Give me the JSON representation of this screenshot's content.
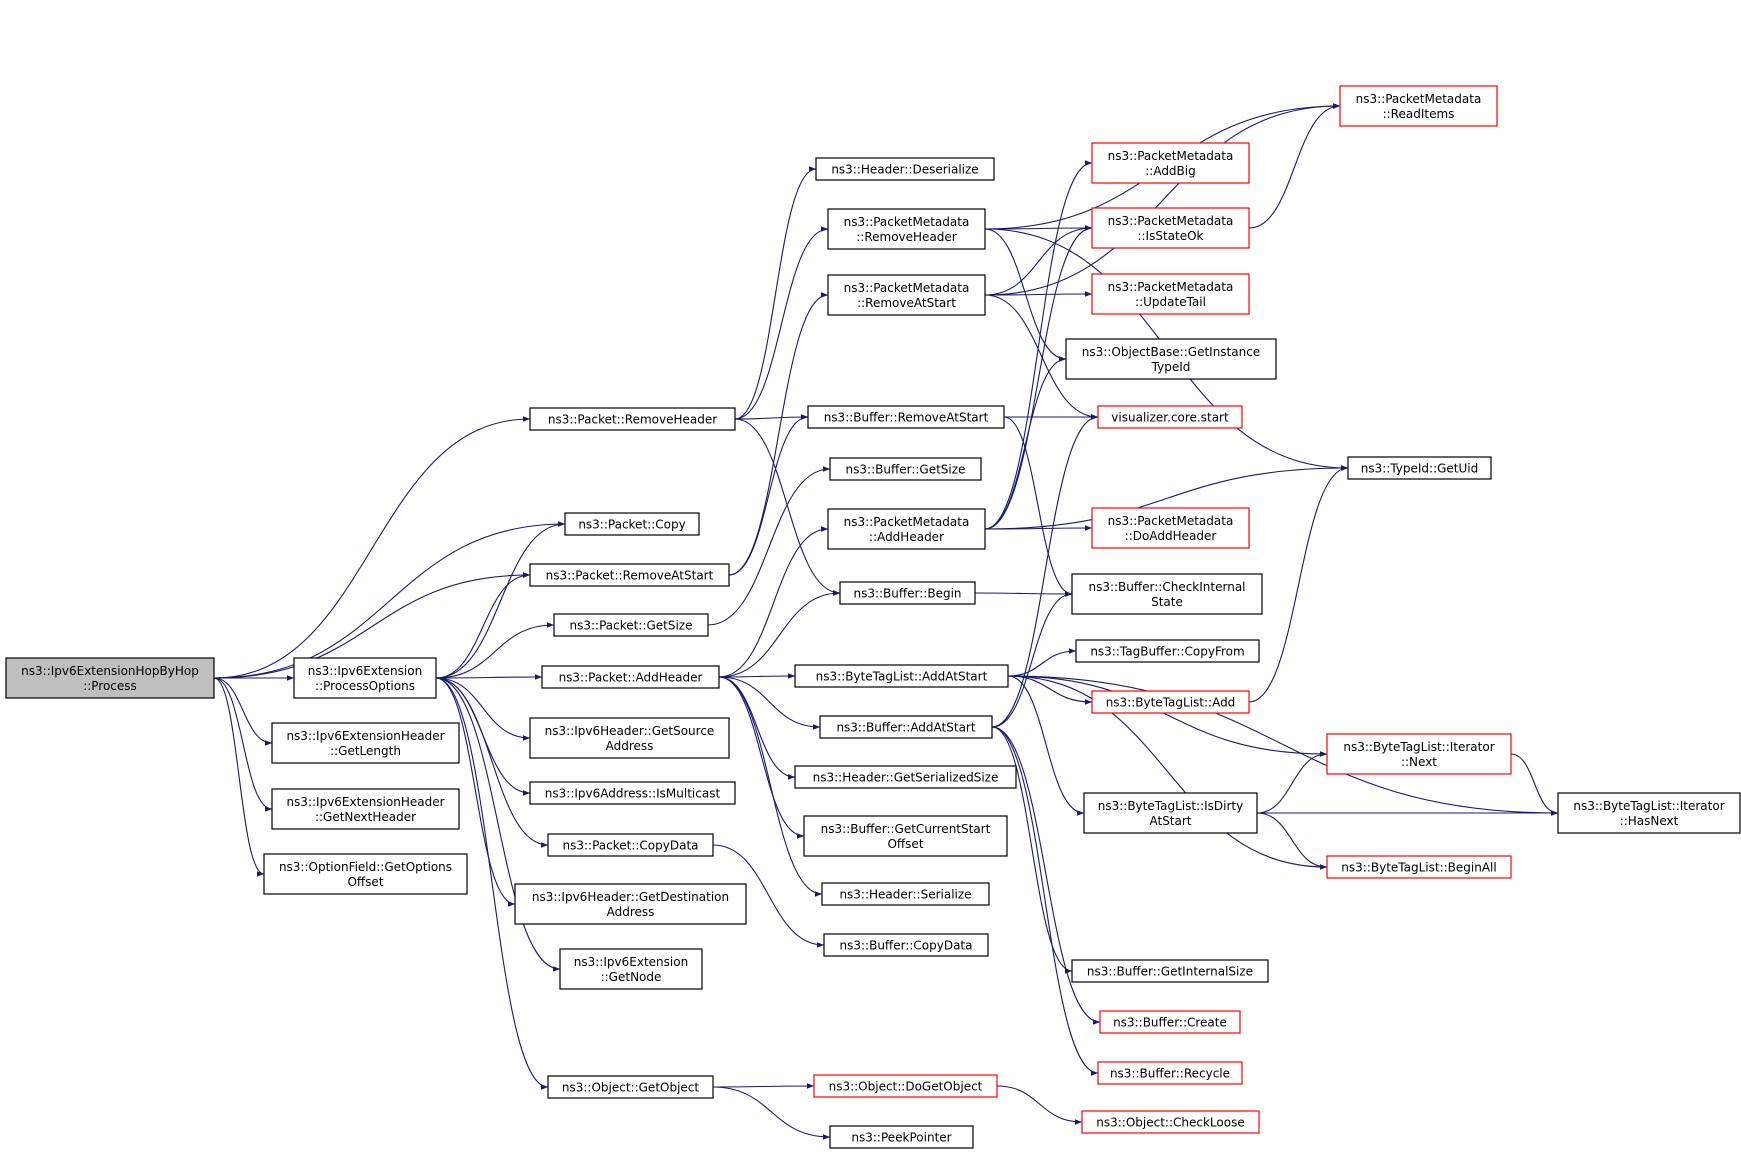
{
  "colors": {
    "edge": "#191970",
    "root_fill": "#bfbfbf",
    "normal_border": "#000000",
    "truncated_border": "#ff0000",
    "background": "#ffffff"
  },
  "nodes": [
    {
      "id": "process",
      "lines": [
        "ns3::Ipv6ExtensionHopByHop",
        "::Process"
      ],
      "style": "root"
    },
    {
      "id": "processOptions",
      "lines": [
        "ns3::Ipv6Extension",
        "::ProcessOptions"
      ],
      "style": "normal"
    },
    {
      "id": "extHdrGetLength",
      "lines": [
        "ns3::Ipv6ExtensionHeader",
        "::GetLength"
      ],
      "style": "normal"
    },
    {
      "id": "extHdrGetNextHeader",
      "lines": [
        "ns3::Ipv6ExtensionHeader",
        "::GetNextHeader"
      ],
      "style": "normal"
    },
    {
      "id": "optionFieldGetOptionsOffset",
      "lines": [
        "ns3::OptionField::GetOptions",
        "Offset"
      ],
      "style": "normal"
    },
    {
      "id": "packetRemoveHeader",
      "lines": [
        "ns3::Packet::RemoveHeader"
      ],
      "style": "normal"
    },
    {
      "id": "packetCopy",
      "lines": [
        "ns3::Packet::Copy"
      ],
      "style": "normal"
    },
    {
      "id": "packetRemoveAtStart",
      "lines": [
        "ns3::Packet::RemoveAtStart"
      ],
      "style": "normal"
    },
    {
      "id": "packetGetSize",
      "lines": [
        "ns3::Packet::GetSize"
      ],
      "style": "normal"
    },
    {
      "id": "packetAddHeader",
      "lines": [
        "ns3::Packet::AddHeader"
      ],
      "style": "normal"
    },
    {
      "id": "ipv6HdrGetSource",
      "lines": [
        "ns3::Ipv6Header::GetSource",
        "Address"
      ],
      "style": "normal"
    },
    {
      "id": "ipv6AddrIsMulticast",
      "lines": [
        "ns3::Ipv6Address::IsMulticast"
      ],
      "style": "normal"
    },
    {
      "id": "packetCopyData",
      "lines": [
        "ns3::Packet::CopyData"
      ],
      "style": "normal"
    },
    {
      "id": "ipv6HdrGetDest",
      "lines": [
        "ns3::Ipv6Header::GetDestination",
        "Address"
      ],
      "style": "normal"
    },
    {
      "id": "ipv6ExtGetNode",
      "lines": [
        "ns3::Ipv6Extension",
        "::GetNode"
      ],
      "style": "normal"
    },
    {
      "id": "objectGetObject",
      "lines": [
        "ns3::Object::GetObject"
      ],
      "style": "normal"
    },
    {
      "id": "headerDeserialize",
      "lines": [
        "ns3::Header::Deserialize"
      ],
      "style": "normal"
    },
    {
      "id": "pmRemoveHeader",
      "lines": [
        "ns3::PacketMetadata",
        "::RemoveHeader"
      ],
      "style": "normal"
    },
    {
      "id": "pmRemoveAtStart",
      "lines": [
        "ns3::PacketMetadata",
        "::RemoveAtStart"
      ],
      "style": "normal"
    },
    {
      "id": "bufRemoveAtStart",
      "lines": [
        "ns3::Buffer::RemoveAtStart"
      ],
      "style": "normal"
    },
    {
      "id": "bufGetSize",
      "lines": [
        "ns3::Buffer::GetSize"
      ],
      "style": "normal"
    },
    {
      "id": "pmAddHeader",
      "lines": [
        "ns3::PacketMetadata",
        "::AddHeader"
      ],
      "style": "normal"
    },
    {
      "id": "bufBegin",
      "lines": [
        "ns3::Buffer::Begin"
      ],
      "style": "normal"
    },
    {
      "id": "btlAddAtStart",
      "lines": [
        "ns3::ByteTagList::AddAtStart"
      ],
      "style": "normal"
    },
    {
      "id": "bufAddAtStart",
      "lines": [
        "ns3::Buffer::AddAtStart"
      ],
      "style": "normal"
    },
    {
      "id": "headerGetSerializedSize",
      "lines": [
        "ns3::Header::GetSerializedSize"
      ],
      "style": "normal"
    },
    {
      "id": "bufGetCurrentStartOffset",
      "lines": [
        "ns3::Buffer::GetCurrentStart",
        "Offset"
      ],
      "style": "normal"
    },
    {
      "id": "headerSerialize",
      "lines": [
        "ns3::Header::Serialize"
      ],
      "style": "normal"
    },
    {
      "id": "bufCopyData",
      "lines": [
        "ns3::Buffer::CopyData"
      ],
      "style": "normal"
    },
    {
      "id": "objectDoGetObject",
      "lines": [
        "ns3::Object::DoGetObject"
      ],
      "style": "truncated"
    },
    {
      "id": "peekPointer",
      "lines": [
        "ns3::PeekPointer"
      ],
      "style": "normal"
    },
    {
      "id": "pmAddBig",
      "lines": [
        "ns3::PacketMetadata",
        "::AddBig"
      ],
      "style": "truncated"
    },
    {
      "id": "pmIsStateOk",
      "lines": [
        "ns3::PacketMetadata",
        "::IsStateOk"
      ],
      "style": "truncated"
    },
    {
      "id": "pmUpdateTail",
      "lines": [
        "ns3::PacketMetadata",
        "::UpdateTail"
      ],
      "style": "truncated"
    },
    {
      "id": "objBaseGetInstanceTypeId",
      "lines": [
        "ns3::ObjectBase::GetInstance",
        "TypeId"
      ],
      "style": "normal"
    },
    {
      "id": "visualizerStart",
      "lines": [
        "visualizer.core.start"
      ],
      "style": "truncated"
    },
    {
      "id": "pmDoAddHeader",
      "lines": [
        "ns3::PacketMetadata",
        "::DoAddHeader"
      ],
      "style": "truncated"
    },
    {
      "id": "bufCheckInternalState",
      "lines": [
        "ns3::Buffer::CheckInternal",
        "State"
      ],
      "style": "normal"
    },
    {
      "id": "tagBufferCopyFrom",
      "lines": [
        "ns3::TagBuffer::CopyFrom"
      ],
      "style": "normal"
    },
    {
      "id": "btlAdd",
      "lines": [
        "ns3::ByteTagList::Add"
      ],
      "style": "truncated"
    },
    {
      "id": "btlIsDirtyAtStart",
      "lines": [
        "ns3::ByteTagList::IsDirty",
        "AtStart"
      ],
      "style": "normal"
    },
    {
      "id": "bufGetInternalSize",
      "lines": [
        "ns3::Buffer::GetInternalSize"
      ],
      "style": "normal"
    },
    {
      "id": "bufCreate",
      "lines": [
        "ns3::Buffer::Create"
      ],
      "style": "truncated"
    },
    {
      "id": "bufRecycle",
      "lines": [
        "ns3::Buffer::Recycle"
      ],
      "style": "truncated"
    },
    {
      "id": "objectCheckLoose",
      "lines": [
        "ns3::Object::CheckLoose"
      ],
      "style": "truncated"
    },
    {
      "id": "pmReadItems",
      "lines": [
        "ns3::PacketMetadata",
        "::ReadItems"
      ],
      "style": "truncated"
    },
    {
      "id": "typeIdGetUid",
      "lines": [
        "ns3::TypeId::GetUid"
      ],
      "style": "normal"
    },
    {
      "id": "btlIterNext",
      "lines": [
        "ns3::ByteTagList::Iterator",
        "::Next"
      ],
      "style": "truncated"
    },
    {
      "id": "btlIterHasNext",
      "lines": [
        "ns3::ByteTagList::Iterator",
        "::HasNext"
      ],
      "style": "normal"
    },
    {
      "id": "btlBeginAll",
      "lines": [
        "ns3::ByteTagList::BeginAll"
      ],
      "style": "truncated"
    }
  ],
  "edges": [
    [
      "process",
      "packetRemoveHeader"
    ],
    [
      "process",
      "packetCopy"
    ],
    [
      "process",
      "packetRemoveAtStart"
    ],
    [
      "process",
      "processOptions"
    ],
    [
      "process",
      "extHdrGetLength"
    ],
    [
      "process",
      "extHdrGetNextHeader"
    ],
    [
      "process",
      "optionFieldGetOptionsOffset"
    ],
    [
      "processOptions",
      "packetCopy"
    ],
    [
      "processOptions",
      "packetRemoveAtStart"
    ],
    [
      "processOptions",
      "packetGetSize"
    ],
    [
      "processOptions",
      "packetAddHeader"
    ],
    [
      "processOptions",
      "ipv6HdrGetSource"
    ],
    [
      "processOptions",
      "ipv6AddrIsMulticast"
    ],
    [
      "processOptions",
      "packetCopyData"
    ],
    [
      "processOptions",
      "ipv6HdrGetDest"
    ],
    [
      "processOptions",
      "ipv6ExtGetNode"
    ],
    [
      "processOptions",
      "objectGetObject"
    ],
    [
      "packetRemoveHeader",
      "headerDeserialize"
    ],
    [
      "packetRemoveHeader",
      "pmRemoveHeader"
    ],
    [
      "packetRemoveHeader",
      "bufRemoveAtStart"
    ],
    [
      "packetRemoveHeader",
      "bufBegin"
    ],
    [
      "packetRemoveAtStart",
      "pmRemoveAtStart"
    ],
    [
      "packetRemoveAtStart",
      "bufRemoveAtStart"
    ],
    [
      "packetGetSize",
      "bufGetSize"
    ],
    [
      "packetAddHeader",
      "pmAddHeader"
    ],
    [
      "packetAddHeader",
      "bufBegin"
    ],
    [
      "packetAddHeader",
      "btlAddAtStart"
    ],
    [
      "packetAddHeader",
      "bufAddAtStart"
    ],
    [
      "packetAddHeader",
      "headerGetSerializedSize"
    ],
    [
      "packetAddHeader",
      "bufGetCurrentStartOffset"
    ],
    [
      "packetAddHeader",
      "headerSerialize"
    ],
    [
      "packetCopyData",
      "bufCopyData"
    ],
    [
      "objectGetObject",
      "objectDoGetObject"
    ],
    [
      "objectGetObject",
      "peekPointer"
    ],
    [
      "objectDoGetObject",
      "objectCheckLoose"
    ],
    [
      "pmRemoveHeader",
      "pmReadItems"
    ],
    [
      "pmRemoveHeader",
      "typeIdGetUid"
    ],
    [
      "pmRemoveHeader",
      "pmIsStateOk"
    ],
    [
      "pmRemoveHeader",
      "objBaseGetInstanceTypeId"
    ],
    [
      "pmRemoveAtStart",
      "pmReadItems"
    ],
    [
      "pmRemoveAtStart",
      "pmIsStateOk"
    ],
    [
      "pmRemoveAtStart",
      "pmUpdateTail"
    ],
    [
      "pmRemoveAtStart",
      "visualizerStart"
    ],
    [
      "bufRemoveAtStart",
      "visualizerStart"
    ],
    [
      "bufRemoveAtStart",
      "bufCheckInternalState"
    ],
    [
      "pmAddHeader",
      "pmAddBig"
    ],
    [
      "pmAddHeader",
      "pmIsStateOk"
    ],
    [
      "pmAddHeader",
      "objBaseGetInstanceTypeId"
    ],
    [
      "pmAddHeader",
      "typeIdGetUid"
    ],
    [
      "pmAddHeader",
      "pmDoAddHeader"
    ],
    [
      "bufBegin",
      "bufCheckInternalState"
    ],
    [
      "btlAddAtStart",
      "tagBufferCopyFrom"
    ],
    [
      "btlAddAtStart",
      "btlAdd"
    ],
    [
      "btlAddAtStart",
      "btlIterNext"
    ],
    [
      "btlAddAtStart",
      "btlIsDirtyAtStart"
    ],
    [
      "btlAddAtStart",
      "btlBeginAll"
    ],
    [
      "btlAddAtStart",
      "btlIterHasNext"
    ],
    [
      "bufAddAtStart",
      "visualizerStart"
    ],
    [
      "bufAddAtStart",
      "bufCheckInternalState"
    ],
    [
      "bufAddAtStart",
      "bufGetInternalSize"
    ],
    [
      "bufAddAtStart",
      "bufCreate"
    ],
    [
      "bufAddAtStart",
      "bufRecycle"
    ],
    [
      "pmIsStateOk",
      "pmReadItems"
    ],
    [
      "btlAdd",
      "typeIdGetUid"
    ],
    [
      "btlIsDirtyAtStart",
      "btlIterNext"
    ],
    [
      "btlIsDirtyAtStart",
      "btlIterHasNext"
    ],
    [
      "btlIsDirtyAtStart",
      "btlBeginAll"
    ],
    [
      "btlIterNext",
      "btlIterHasNext"
    ]
  ]
}
